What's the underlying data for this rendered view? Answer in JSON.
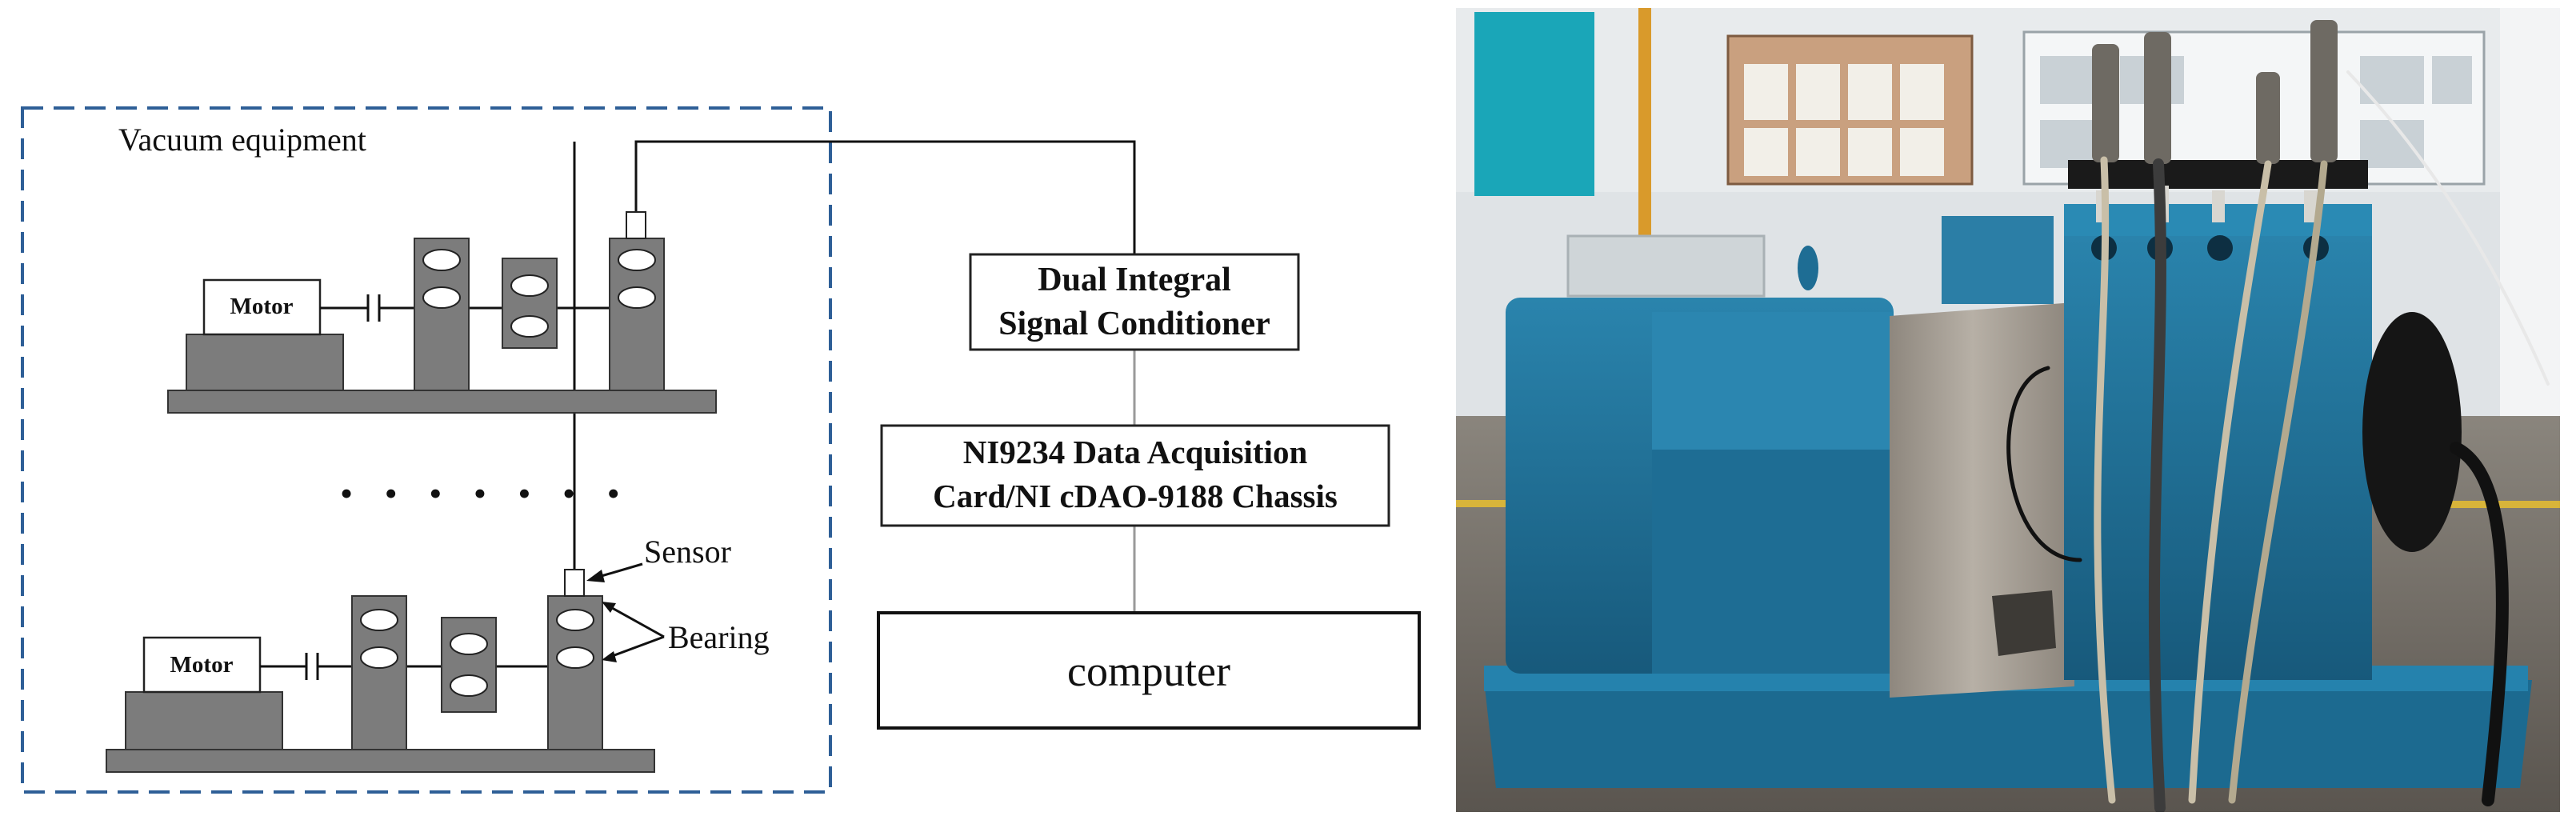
{
  "diagram": {
    "vacuum_label": "Vacuum equipment",
    "motor_label": "Motor",
    "sensor_label": "Sensor",
    "bearing_label": "Bearing",
    "ellipsis": "• • • • • • •",
    "conditioner_line1": "Dual Integral",
    "conditioner_line2": "Signal Conditioner",
    "daq_line1": "NI9234 Data Acquisition",
    "daq_line2": "Card/NI cDAO-9188 Chassis",
    "computer_label": "computer"
  },
  "photo": {
    "subject": "test rig photograph",
    "colors": {
      "rig_blue": "#1f6f95",
      "rig_blue_dark": "#135170",
      "metal_sheet": "#a59d93",
      "floor": "#6f6a62",
      "wall": "#e9ecee"
    }
  }
}
